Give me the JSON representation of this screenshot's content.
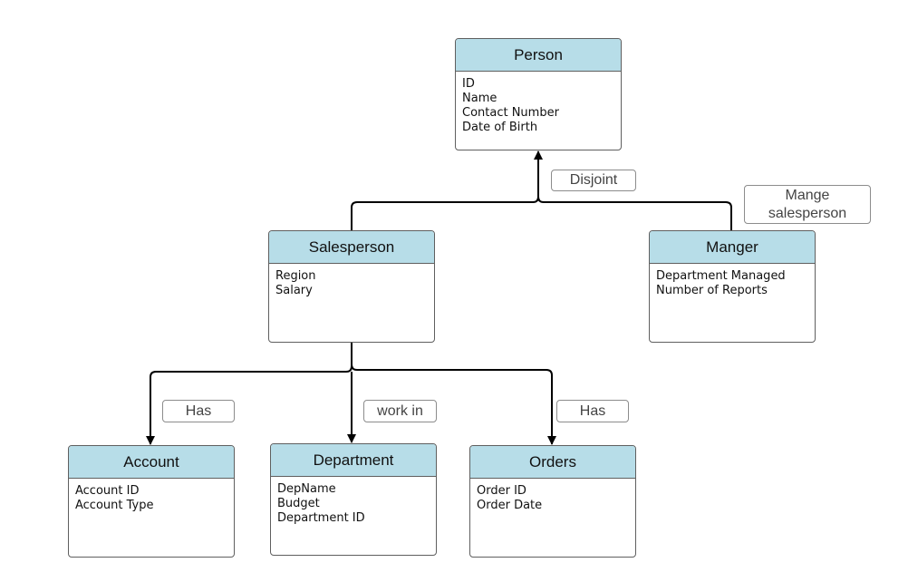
{
  "entities": {
    "person": {
      "title": "Person",
      "attributes": [
        "ID",
        "Name",
        "Contact Number",
        "Date of Birth"
      ]
    },
    "salesperson": {
      "title": "Salesperson",
      "attributes": [
        "Region",
        "Salary"
      ]
    },
    "manager": {
      "title": "Manger",
      "attributes": [
        "Department Managed",
        "Number of Reports"
      ]
    },
    "account": {
      "title": "Account",
      "attributes": [
        "Account ID",
        "Account Type"
      ]
    },
    "department": {
      "title": "Department",
      "attributes": [
        "DepName",
        "Budget",
        "Department ID"
      ]
    },
    "orders": {
      "title": "Orders",
      "attributes": [
        "Order ID",
        "Order Date"
      ]
    }
  },
  "relationships": {
    "disjoint": "Disjoint",
    "mange_salesperson": "Mange salesperson",
    "has_account": "Has",
    "work_in": "work in",
    "has_orders": "Has"
  },
  "colors": {
    "header_fill": "#b7dde8",
    "border": "#5f5f5f",
    "connector": "#000000"
  }
}
